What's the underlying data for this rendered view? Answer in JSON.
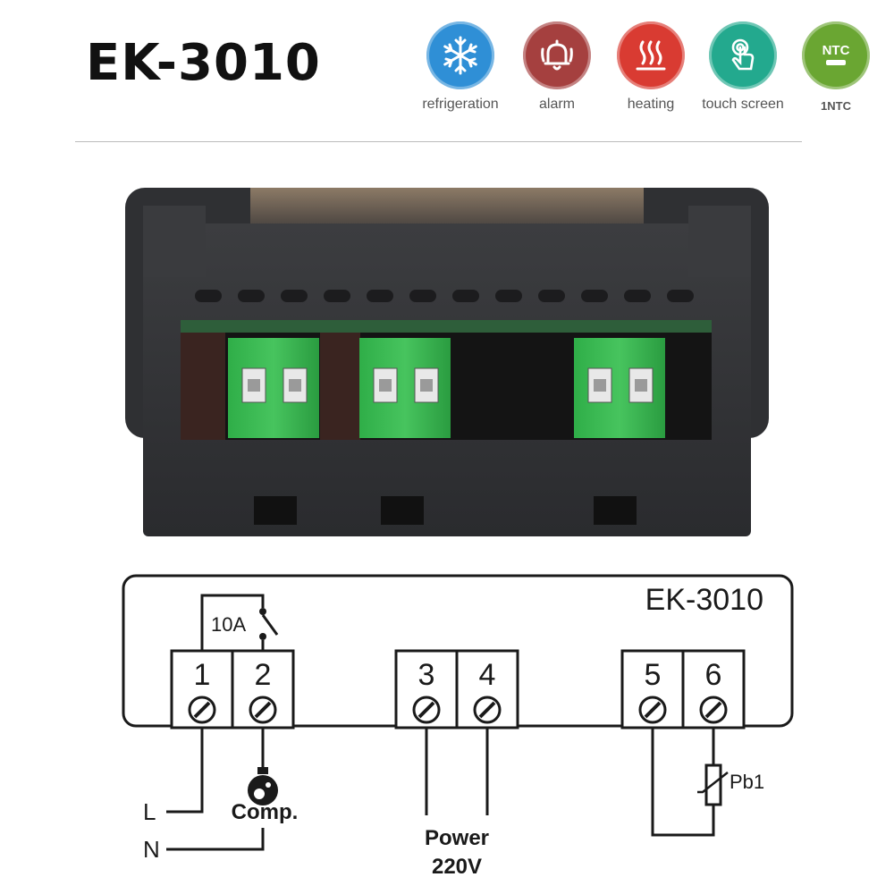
{
  "header": {
    "model": "EK-3010"
  },
  "features": [
    {
      "icon": "snowflake-icon",
      "label": "refrigeration",
      "color": "#2f8fd6"
    },
    {
      "icon": "bell-icon",
      "label": "alarm",
      "color": "#a5403f"
    },
    {
      "icon": "heat-waves-icon",
      "label": "heating",
      "color": "#d93b32"
    },
    {
      "icon": "touch-hand-icon",
      "label": "touch screen",
      "color": "#23a98e"
    },
    {
      "icon": "ntc-probe-icon",
      "label": "1NTC",
      "badge": "NTC",
      "color": "#6aa632"
    }
  ],
  "diagram": {
    "model": "EK-3010",
    "relay_rating": "10A",
    "terminals": [
      "1",
      "2",
      "3",
      "4",
      "5",
      "6"
    ],
    "labels": {
      "line": "L",
      "neutral": "N",
      "compressor": "Comp.",
      "power_line1": "Power",
      "power_line2": "220V",
      "probe": "Pb1"
    }
  }
}
